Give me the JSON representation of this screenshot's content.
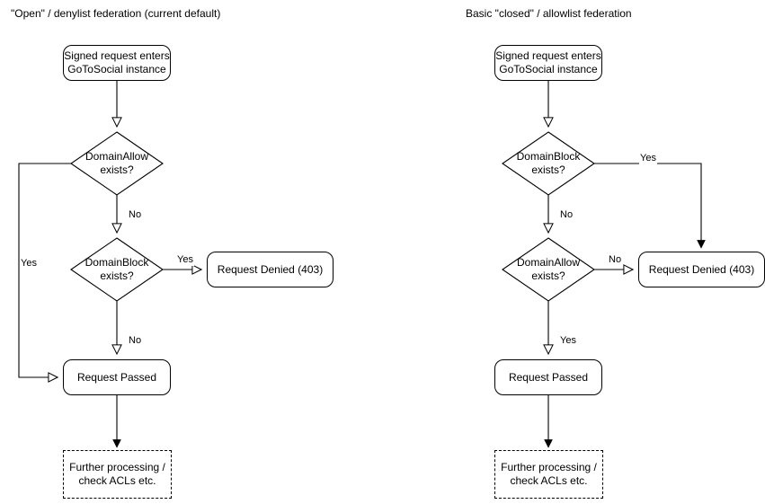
{
  "diagram": {
    "type": "flowchart",
    "title_left": "\"Open\" / denylist federation (current default)",
    "title_right": "Basic \"closed\" / allowlist federation",
    "stroke_color": "#000000",
    "background_color": "#ffffff",
    "panels": [
      {
        "id": "denylist",
        "title": "\"Open\" / denylist federation (current default)",
        "nodes": [
          {
            "id": "entry",
            "shape": "rounded-rect",
            "text": "Signed request enters\nGoToSocial instance",
            "line1": "Signed request enters",
            "line2": "GoToSocial instance"
          },
          {
            "id": "allow",
            "shape": "diamond",
            "text": "DomainAllow\nexists?",
            "line1": "DomainAllow",
            "line2": "exists?"
          },
          {
            "id": "block",
            "shape": "diamond",
            "text": "DomainBlock\nexists?",
            "line1": "DomainBlock",
            "line2": "exists?"
          },
          {
            "id": "denied",
            "shape": "rounded-rect",
            "text": "Request Denied (403)"
          },
          {
            "id": "passed",
            "shape": "rounded-rect",
            "text": "Request Passed"
          },
          {
            "id": "further",
            "shape": "dashed-rect",
            "text": "Further processing /\ncheck ACLs etc.",
            "line1": "Further processing /",
            "line2": "check ACLs etc."
          }
        ],
        "edges": [
          {
            "from": "entry",
            "to": "allow",
            "label": ""
          },
          {
            "from": "allow",
            "to": "passed",
            "label": "Yes"
          },
          {
            "from": "allow",
            "to": "block",
            "label": "No"
          },
          {
            "from": "block",
            "to": "denied",
            "label": "Yes"
          },
          {
            "from": "block",
            "to": "passed",
            "label": "No"
          },
          {
            "from": "passed",
            "to": "further",
            "label": ""
          }
        ]
      },
      {
        "id": "allowlist",
        "title": "Basic \"closed\" / allowlist federation",
        "nodes": [
          {
            "id": "entry",
            "shape": "rounded-rect",
            "text": "Signed request enters\nGoToSocial instance",
            "line1": "Signed request enters",
            "line2": "GoToSocial instance"
          },
          {
            "id": "block",
            "shape": "diamond",
            "text": "DomainBlock\nexists?",
            "line1": "DomainBlock",
            "line2": "exists?"
          },
          {
            "id": "allow",
            "shape": "diamond",
            "text": "DomainAllow\nexists?",
            "line1": "DomainAllow",
            "line2": "exists?"
          },
          {
            "id": "denied",
            "shape": "rounded-rect",
            "text": "Request Denied (403)"
          },
          {
            "id": "passed",
            "shape": "rounded-rect",
            "text": "Request Passed"
          },
          {
            "id": "further",
            "shape": "dashed-rect",
            "text": "Further processing /\ncheck ACLs etc.",
            "line1": "Further processing /",
            "line2": "check ACLs etc."
          }
        ],
        "edges": [
          {
            "from": "entry",
            "to": "block",
            "label": ""
          },
          {
            "from": "block",
            "to": "denied",
            "label": "Yes"
          },
          {
            "from": "block",
            "to": "allow",
            "label": "No"
          },
          {
            "from": "allow",
            "to": "denied",
            "label": "No"
          },
          {
            "from": "allow",
            "to": "passed",
            "label": "Yes"
          },
          {
            "from": "passed",
            "to": "further",
            "label": ""
          }
        ]
      }
    ],
    "labels": {
      "yes": "Yes",
      "no": "No"
    }
  }
}
